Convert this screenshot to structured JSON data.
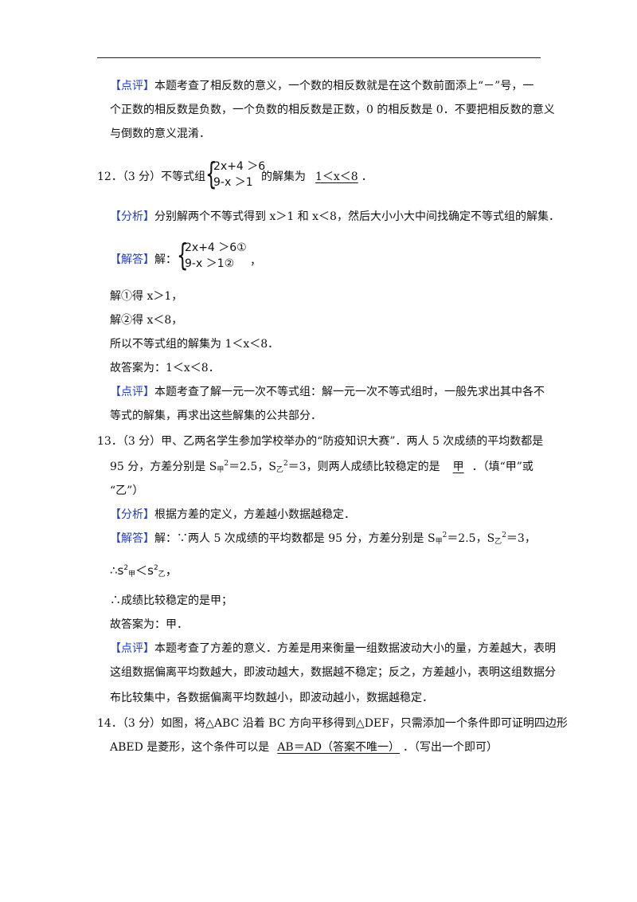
{
  "p1": {
    "tag": "【点评】",
    "line1": "本题考查了相反数的意义，一个数的相反数就是在这个数前面添上“－”号，一",
    "line2": "个正数的相反数是负数，一个负数的相反数是正数，0 的相反数是 0．不要把相反数的意义",
    "line3": "与倒数的意义混淆．"
  },
  "q12": {
    "num": "12．",
    "score": "（3 分）不等式组",
    "row1": "2x+4 ＞6",
    "row2": "9-x ＞1",
    "suffix": "的解集为",
    "answer": "1＜x＜8",
    "end": "．",
    "analysis_tag": "【分析】",
    "analysis": "分别解两个不等式得到 x＞1 和 x＜8，然后大小小大中间找确定不等式组的解集．",
    "solution_tag": "【解答】",
    "solution_lead": "解：",
    "srow1": "2x+4 ＞6①",
    "srow2": "9-x ＞1②",
    "comma": "，",
    "step1": "解①得 x＞1，",
    "step2": "解②得 x＜8，",
    "step3": "所以不等式组的解集为 1＜x＜8．",
    "step4": "故答案为：1＜x＜8．",
    "review_tag": "【点评】",
    "review1": "本题考查了解一元一次不等式组：解一元一次不等式组时，一般先求出其中各不",
    "review2": "等式的解集，再求出这些解集的公共部分．"
  },
  "q13": {
    "num": "13．",
    "line1": "（3 分）甲、乙两名学生参加学校举办的“防疫知识大赛”．两人 5 次成绩的平均数都是",
    "line2a": "95 分，方差分别是 S",
    "sub_jia": "甲",
    "line2b": "＝2.5，S",
    "sub_yi": "乙",
    "line2c": "＝3，则两人成绩比较稳定的是",
    "answer": "甲",
    "line2d": "．（填“甲”或",
    "line3": "“乙”）",
    "analysis_tag": "【分析】",
    "analysis": "根据方差的定义，方差越小数据越稳定．",
    "solution_tag": "【解答】",
    "sol1a": "解：∵两人 5 次成绩的平均数都是 95 分，方差分别是 S",
    "sol1b": "＝2.5，S",
    "sol1c": "＝3，",
    "sup2": "2",
    "therefore": "∴s",
    "lt": "＜s",
    "tail": "，",
    "step2": "∴成绩比较稳定的是甲；",
    "step3": "故答案为：甲．",
    "review_tag": "【点评】",
    "review1": "本题考查了方差的意义．方差是用来衡量一组数据波动大小的量，方差越大，表明",
    "review2": "这组数据偏离平均数越大，即波动越大，数据越不稳定；反之，方差越小，表明这组数据分",
    "review3": "布比较集中，各数据偏离平均数越小，即波动越小，数据越稳定．"
  },
  "q14": {
    "num": "14．",
    "line1": "（3 分）如图，将△ABC 沿着 BC 方向平移得到△DEF，只需添加一个条件即可证明四边形",
    "line2a": "ABED 是菱形，这个条件可以是",
    "answer": "AB＝AD（答案不唯一）",
    "line2b": "．（写出一个即可）"
  }
}
